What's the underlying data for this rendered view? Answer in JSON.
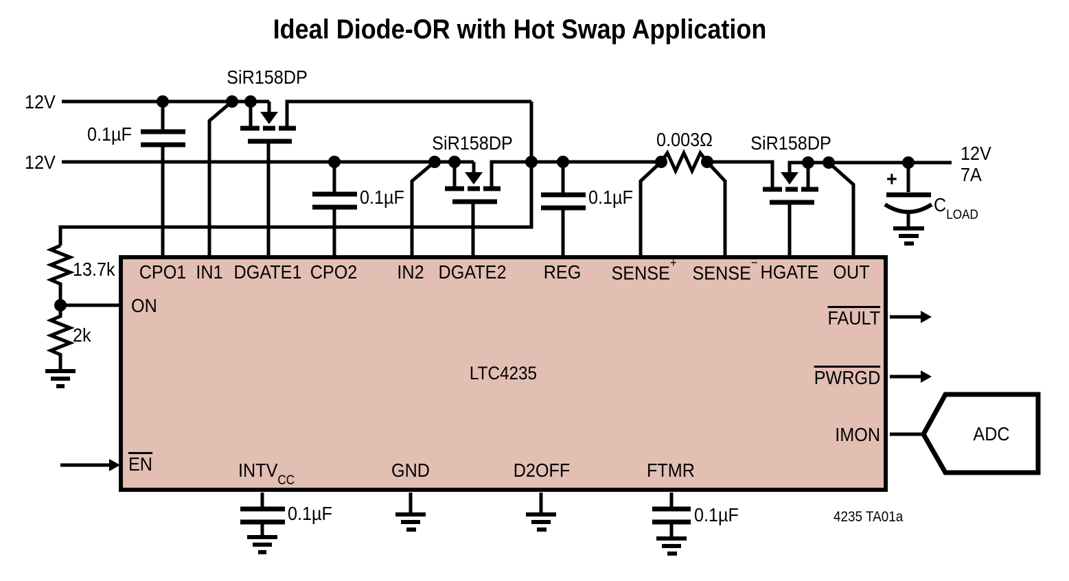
{
  "title": "Ideal Diode-OR with Hot Swap Application",
  "colors": {
    "line": "#000000",
    "ic_fill": "#e3beb3",
    "background": "#ffffff"
  },
  "supplies": {
    "input1": "12V",
    "input2": "12V",
    "output_voltage": "12V",
    "output_current": "7A"
  },
  "components": {
    "mosfet1": "SiR158DP",
    "mosfet2": "SiR158DP",
    "mosfet3": "SiR158DP",
    "sense_resistor": "0.003Ω",
    "cap_cpo1": "0.1µF",
    "cap_cpo2": "0.1µF",
    "cap_reg": "0.1µF",
    "cap_intvcc": "0.1µF",
    "cap_ftmr": "0.1µF",
    "resistor_top": "13.7k",
    "resistor_bottom": "2k",
    "plus_sign": "+",
    "cload": {
      "base": "C",
      "sub": "LOAD"
    },
    "adc_label": "ADC"
  },
  "ic": {
    "name": "LTC4235",
    "top_pins": [
      {
        "base": "CPO1"
      },
      {
        "base": "IN1"
      },
      {
        "base": "DGATE1"
      },
      {
        "base": "CPO2"
      },
      {
        "base": "IN2"
      },
      {
        "base": "DGATE2"
      },
      {
        "base": "REG"
      },
      {
        "base": "SENSE",
        "sup": "+"
      },
      {
        "base": "SENSE",
        "sup": "−"
      },
      {
        "base": "HGATE"
      },
      {
        "base": "OUT"
      }
    ],
    "left_pins": {
      "on": "ON",
      "en": "EN"
    },
    "right_pins": {
      "fault": "FAULT",
      "pwrgd": "PWRGD",
      "imon": "IMON"
    },
    "bottom_pins": {
      "intvcc": {
        "base": "INTV",
        "sub": "CC"
      },
      "gnd": "GND",
      "d2off": "D2OFF",
      "ftmr": "FTMR"
    }
  },
  "note": "4235 TA01a"
}
